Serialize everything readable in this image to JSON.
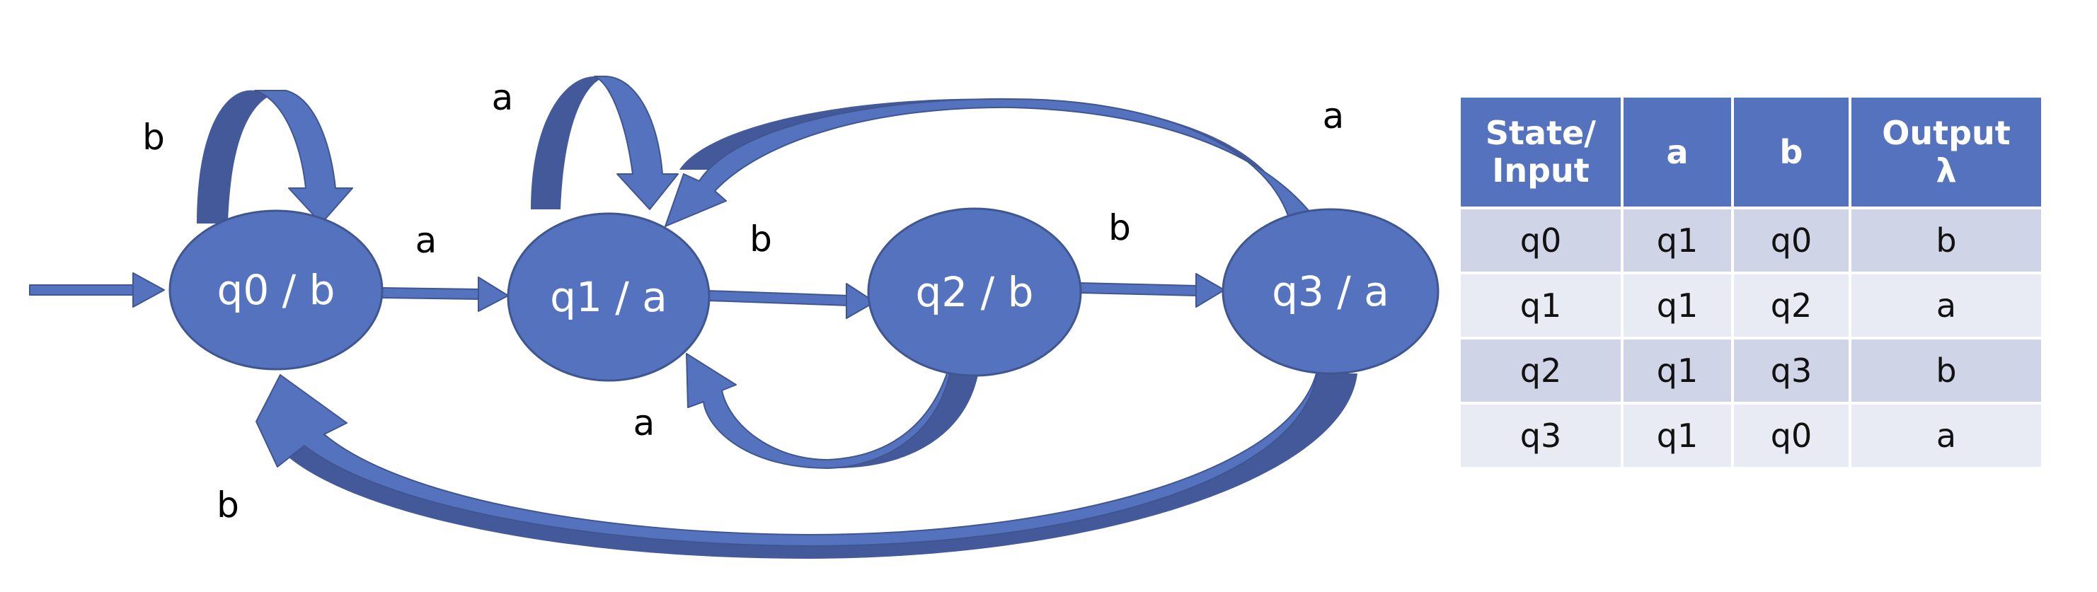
{
  "states": [
    {
      "id": "q0",
      "label": "q0 / b"
    },
    {
      "id": "q1",
      "label": "q1 / a"
    },
    {
      "id": "q2",
      "label": "q2 / b"
    },
    {
      "id": "q3",
      "label": "q3 / a"
    }
  ],
  "edges": [
    {
      "from": "q0",
      "to": "q0",
      "label": "b"
    },
    {
      "from": "q0",
      "to": "q1",
      "label": "a"
    },
    {
      "from": "q1",
      "to": "q1",
      "label": "a"
    },
    {
      "from": "q1",
      "to": "q2",
      "label": "b"
    },
    {
      "from": "q2",
      "to": "q1",
      "label": "a"
    },
    {
      "from": "q2",
      "to": "q3",
      "label": "b"
    },
    {
      "from": "q3",
      "to": "q1",
      "label": "a"
    },
    {
      "from": "q3",
      "to": "q0",
      "label": "b"
    }
  ],
  "colors": {
    "node_fill": "#5572BE",
    "node_stroke": "#3F5690",
    "arrow_shadow": "#44599A",
    "table_header": "#5572BE",
    "row_odd": "#CFD4E7",
    "row_even": "#E8EAF4"
  },
  "table": {
    "headers": {
      "state_line1": "State/",
      "state_line2": "Input",
      "a": "a",
      "b": "b",
      "output_line1": "Output",
      "output_line2": "λ"
    },
    "rows": [
      {
        "state": "q0",
        "a": "q1",
        "b": "q0",
        "output": "b"
      },
      {
        "state": "q1",
        "a": "q1",
        "b": "q2",
        "output": "a"
      },
      {
        "state": "q2",
        "a": "q1",
        "b": "q3",
        "output": "b"
      },
      {
        "state": "q3",
        "a": "q1",
        "b": "q0",
        "output": "a"
      }
    ]
  }
}
